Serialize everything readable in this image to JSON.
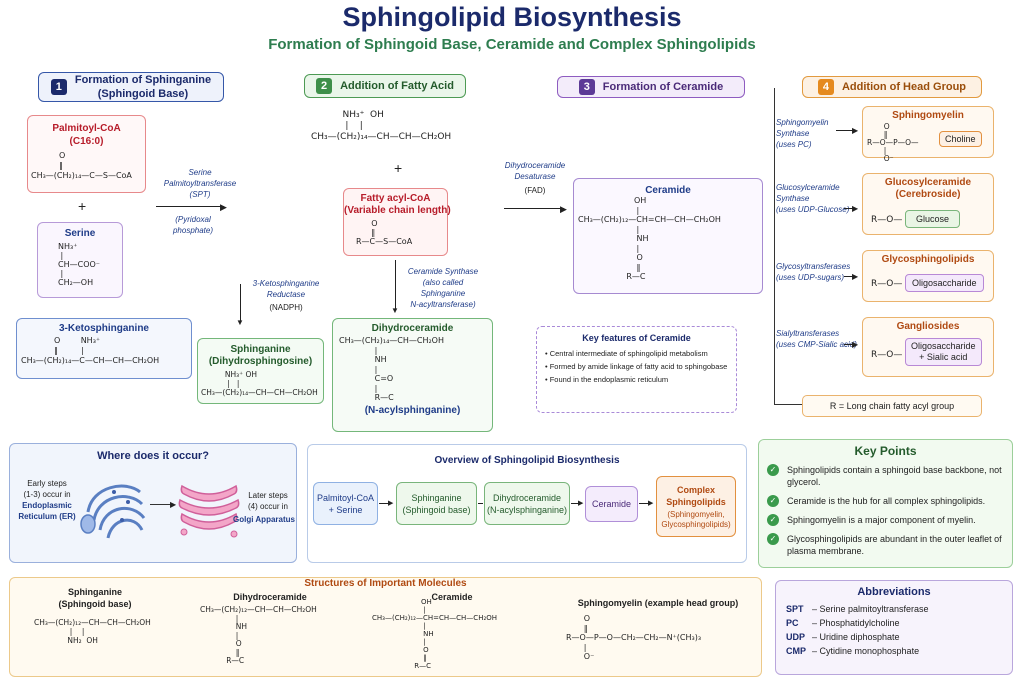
{
  "title": "Sphingolipid Biosynthesis",
  "subtitle": "Formation of Sphingoid Base, Ceramide and Complex Sphingolipids",
  "steps": [
    {
      "num": "1",
      "label": "Formation of Sphinganine\n(Sphingoid Base)"
    },
    {
      "num": "2",
      "label": "Addition of Fatty Acid"
    },
    {
      "num": "3",
      "label": "Formation of Ceramide"
    },
    {
      "num": "4",
      "label": "Addition of Head Group"
    }
  ],
  "step1": {
    "palmitoyl_title": "Palmitoyl-CoA\n(C16:0)",
    "palmitoyl_struct": "           O\n           ‖\nCH₃—(CH₂)₁₄—C—S—CoA",
    "plus": "+",
    "serine_title": "Serine",
    "serine_struct": "NH₃⁺\n |\nCH—COO⁻\n |\nCH₂—OH",
    "spt_enzyme": "Serine\nPalmitoyltransferase\n(SPT)",
    "spt_cofactor": "(Pyridoxal\nphosphate)",
    "keto_title": "3-Ketosphinganine",
    "keto_struct": "             O        NH₃⁺\n             ‖         |\nCH₃—(CH₂)₁₄—C—CH—CH—CH₂OH",
    "reductase_enzyme": "3-Ketosphinganine\nReductase",
    "reductase_cofactor": "(NADPH)",
    "sphinganine_title": "Sphinganine\n(Dihydrosphingosine)",
    "sphinganine_struct": "          NH₃⁺ OH\n           |   |\nCH₃—(CH₂)₁₄—CH—CH—CH₂OH"
  },
  "step2": {
    "sphinganine_struct": "           NH₃⁺  OH\n            |    |\nCH₃—(CH₂)₁₄—CH—CH—CH₂OH",
    "plus": "+",
    "fatty_title": "Fatty acyl-CoA\n(Variable chain length)",
    "fatty_struct": "      O\n      ‖\nR—C—S—CoA",
    "cers_enzyme": "Ceramide Synthase\n(also called\nSphinganine\nN-acyltransferase)",
    "dihydro_title": "Dihydroceramide",
    "dihydro_struct": "CH₃—(CH₂)₁₄—CH—CH₂OH\n              |\n              NH\n              |\n              C=O\n              |\n              R—C",
    "dihydro_sub": "(N-acylsphinganine)"
  },
  "step3": {
    "desaturase_enzyme": "Dihydroceramide\nDesaturase",
    "desaturase_cofactor": "(FAD)",
    "ceramide_title": "Ceramide",
    "ceramide_struct": "                      OH\n                       |\nCH₃—(CH₂)₁₂—CH=CH—CH—CH₂OH\n                       |\n                       NH\n                       |\n                       O\n                       ‖\n                   R—C",
    "features_title": "Key features of Ceramide",
    "features": [
      "Central intermediate of sphingolipid metabolism",
      "Formed by amide linkage of fatty acid to sphingobase",
      "Found in the endoplasmic reticulum"
    ]
  },
  "step4": {
    "enzymes": [
      {
        "name": "Sphingomyelin\nSynthase\n(uses PC)"
      },
      {
        "name": "Glucosylceramide\nSynthase\n(uses UDP-Glucose)"
      },
      {
        "name": "Glycosyltransferases\n(uses UDP-sugars)"
      },
      {
        "name": "Sialyltransferases\n(uses CMP-Sialic acid)"
      }
    ],
    "products": [
      {
        "title": "Sphingomyelin",
        "struct": "       O\n       ‖\nR—O—P—O—\n       |\n       O⁻",
        "head": "Choline"
      },
      {
        "title": "Glucosylceramide\n(Cerebroside)",
        "struct": "R—O—",
        "head": "Glucose"
      },
      {
        "title": "Glycosphingolipids",
        "struct": "R—O—",
        "head": "Oligosaccharide"
      },
      {
        "title": "Gangliosides",
        "struct": "R—O—",
        "head": "Oligosaccharide\n+ Sialic acid"
      }
    ],
    "legend": "R = Long chain fatty acyl group"
  },
  "where": {
    "title": "Where does it occur?",
    "early": "Early steps\n(1-3) occur in",
    "early_loc": "Endoplasmic\nReticulum (ER)",
    "late": "Later steps\n(4) occur in",
    "late_loc": "Golgi Apparatus"
  },
  "overview": {
    "title": "Overview of Sphingolipid Biosynthesis",
    "nodes": [
      {
        "label": "Palmitoyl-CoA\n+ Serine"
      },
      {
        "label": "Sphinganine\n(Sphingoid base)"
      },
      {
        "label": "Dihydroceramide\n(N-acylsphinganine)"
      },
      {
        "label": "Ceramide"
      },
      {
        "label": "Complex\nSphingolipids",
        "sub": "(Sphingomyelin,\nGlycosphingolipids)"
      }
    ]
  },
  "keypoints": {
    "title": "Key Points",
    "items": [
      "Sphingolipids contain a sphingoid base backbone, not glycerol.",
      "Ceramide is the hub for all complex sphingolipids.",
      "Sphingomyelin is a major component of myelin.",
      "Glycosphingolipids are abundant in the outer leaflet of plasma membrane."
    ]
  },
  "structures": {
    "title": "Structures of Important Molecules",
    "molecules": [
      {
        "name": "Sphinganine\n(Sphingoid base)",
        "struct": "CH₃—(CH₂)₁₂—CH—CH—CH₂OH\n               |    |\n              NH₂  OH"
      },
      {
        "name": "Dihydroceramide",
        "struct": "CH₃—(CH₂)₁₂—CH—CH—CH₂OH\n               |\n               NH\n               |\n               O\n               ‖\n           R—C"
      },
      {
        "name": "Ceramide",
        "struct": "                      OH\n                       |\nCH₃—(CH₂)₁₂—CH=CH—CH—CH₂OH\n                       |\n                       NH\n                       |\n                       O\n                       ‖\n                   R—C"
      },
      {
        "name": "Sphingomyelin (example head group)",
        "struct": "       O\n       ‖\nR—O—P—O—CH₂—CH₂—N⁺(CH₃)₃\n       |\n       O⁻"
      }
    ]
  },
  "abbreviations": {
    "title": "Abbreviations",
    "items": [
      {
        "abbr": "SPT",
        "full": "– Serine palmitoyltransferase"
      },
      {
        "abbr": "PC",
        "full": "– Phosphatidylcholine"
      },
      {
        "abbr": "UDP",
        "full": "– Uridine diphosphate"
      },
      {
        "abbr": "CMP",
        "full": "– Cytidine monophosphate"
      }
    ]
  }
}
